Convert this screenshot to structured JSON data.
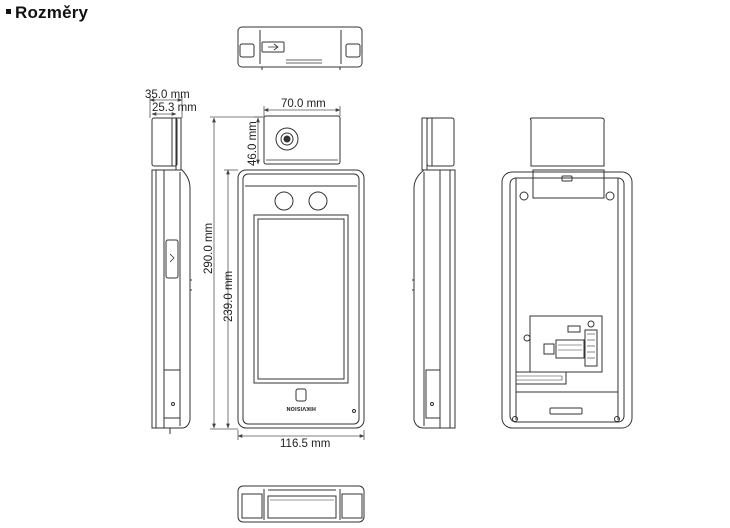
{
  "heading": "Rozměry",
  "dimensions": {
    "depth_total": "35.0 mm",
    "depth_body": "25.3 mm",
    "camera_width": "70.0 mm",
    "camera_height": "46.0 mm",
    "height_total": "290.0 mm",
    "height_body": "239.0 mm",
    "width_body": "116.5 mm"
  },
  "brand_label": "HIKVISION",
  "colors": {
    "line": "#333333",
    "dim_line": "#555555",
    "background": "#ffffff"
  }
}
